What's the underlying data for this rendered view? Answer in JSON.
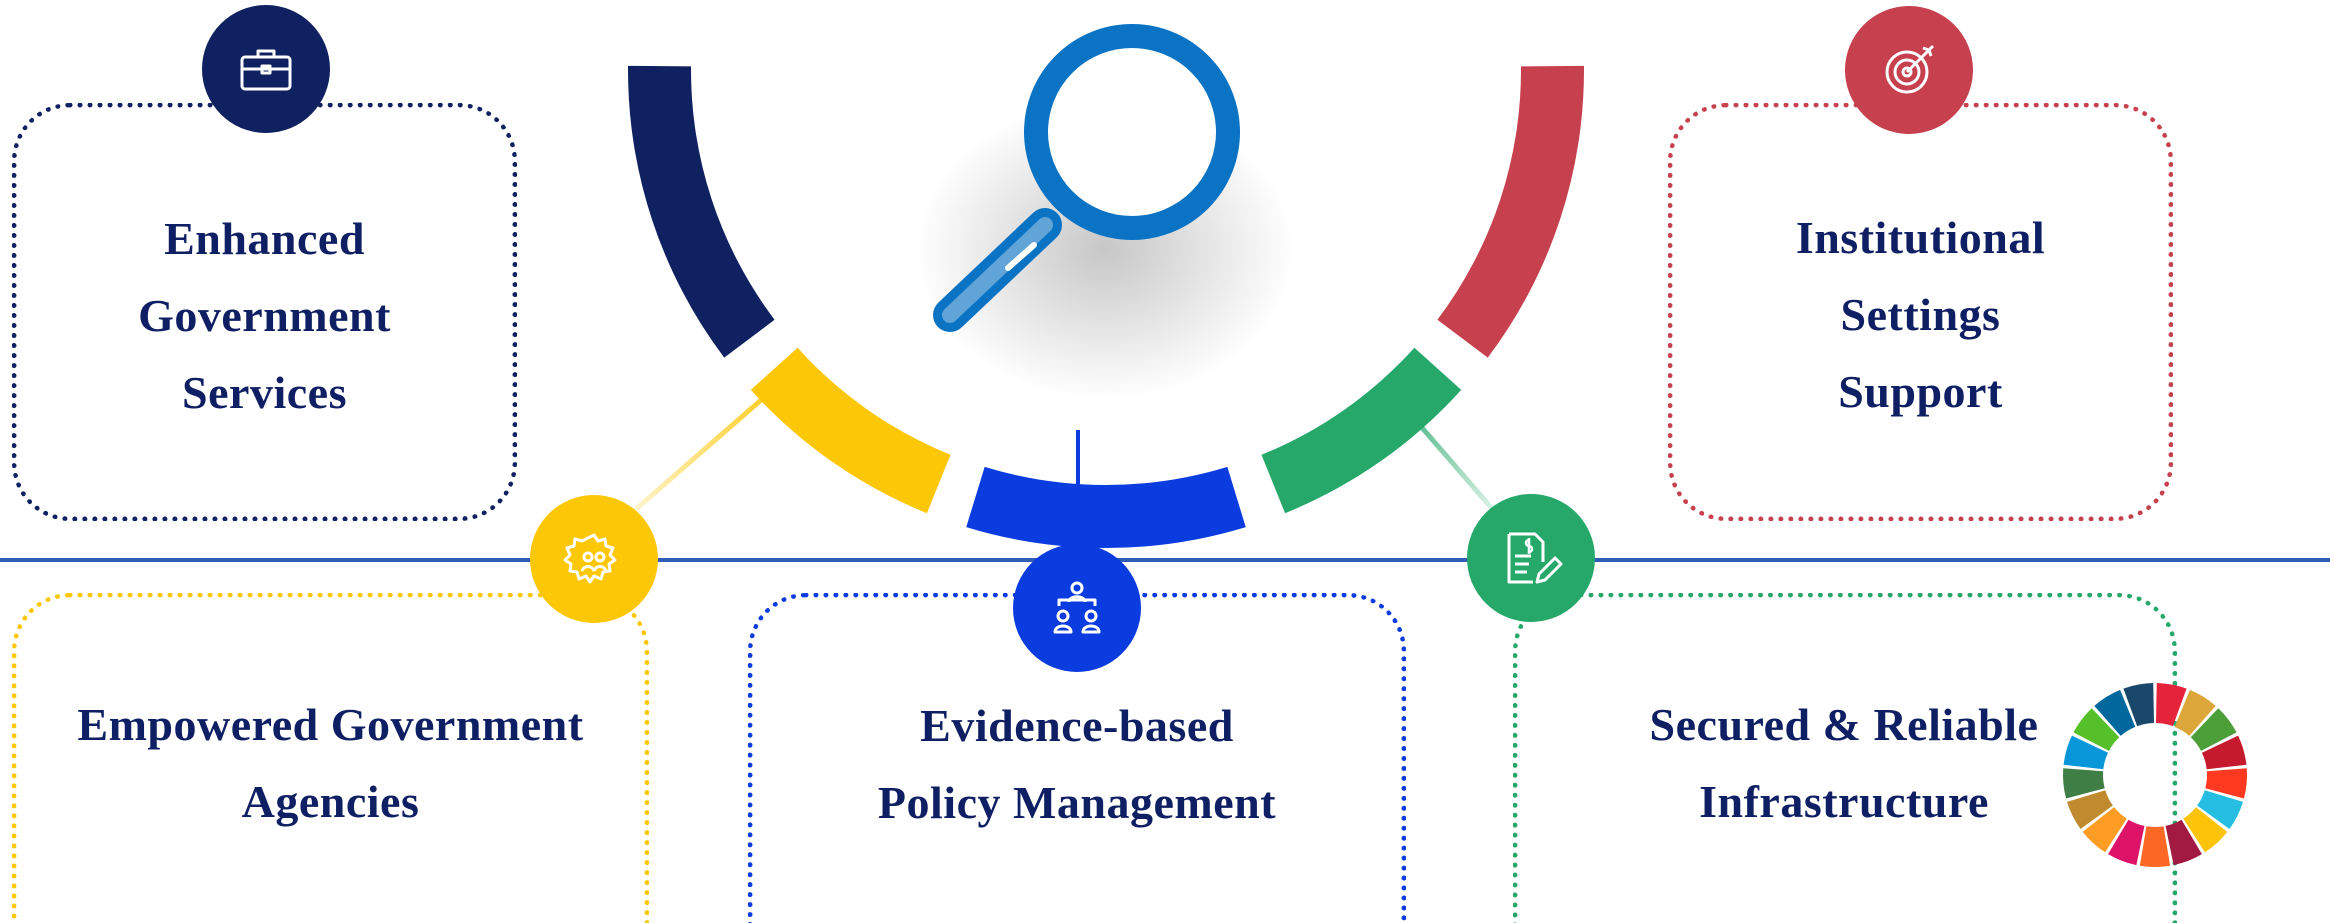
{
  "colors": {
    "navy": "#0f2160",
    "red": "#c6414d",
    "yellow": "#fcc707",
    "blue": "#0b3cdf",
    "green": "#27a86b",
    "divider": "#2f5cb4",
    "text": "#0f1f63",
    "magnifier": "#0b73c4"
  },
  "cards": [
    {
      "id": "enhanced-government-services",
      "color": "navy",
      "icon": "briefcase-icon",
      "lines": [
        "Enhanced",
        "Government",
        "Services"
      ]
    },
    {
      "id": "institutional-settings-support",
      "color": "red",
      "icon": "target-icon",
      "lines": [
        "Institutional",
        "Settings",
        "Support"
      ]
    },
    {
      "id": "empowered-government-agencies",
      "color": "yellow",
      "icon": "gear-people-icon",
      "lines": [
        "Empowered Government",
        "Agencies"
      ]
    },
    {
      "id": "evidence-based-policy-management",
      "color": "blue",
      "icon": "org-chart-icon",
      "lines": [
        "Evidence-based",
        "Policy Management"
      ]
    },
    {
      "id": "secured-reliable-infrastructure",
      "color": "green",
      "icon": "invoice-pen-icon",
      "lines": [
        "Secured & Reliable",
        "Infrastructure"
      ]
    }
  ],
  "center_icon": "magnifying-glass-icon",
  "emblem": "sdg-color-wheel-icon",
  "emblem_colors": [
    "#E5243B",
    "#DDA63A",
    "#4C9F38",
    "#C5192D",
    "#FF3A21",
    "#26BDE2",
    "#FCC30B",
    "#A21942",
    "#FD6925",
    "#DD1367",
    "#FD9D24",
    "#BF8B2E",
    "#3F7E44",
    "#0A97D9",
    "#56C02B",
    "#00689D",
    "#19486A"
  ]
}
